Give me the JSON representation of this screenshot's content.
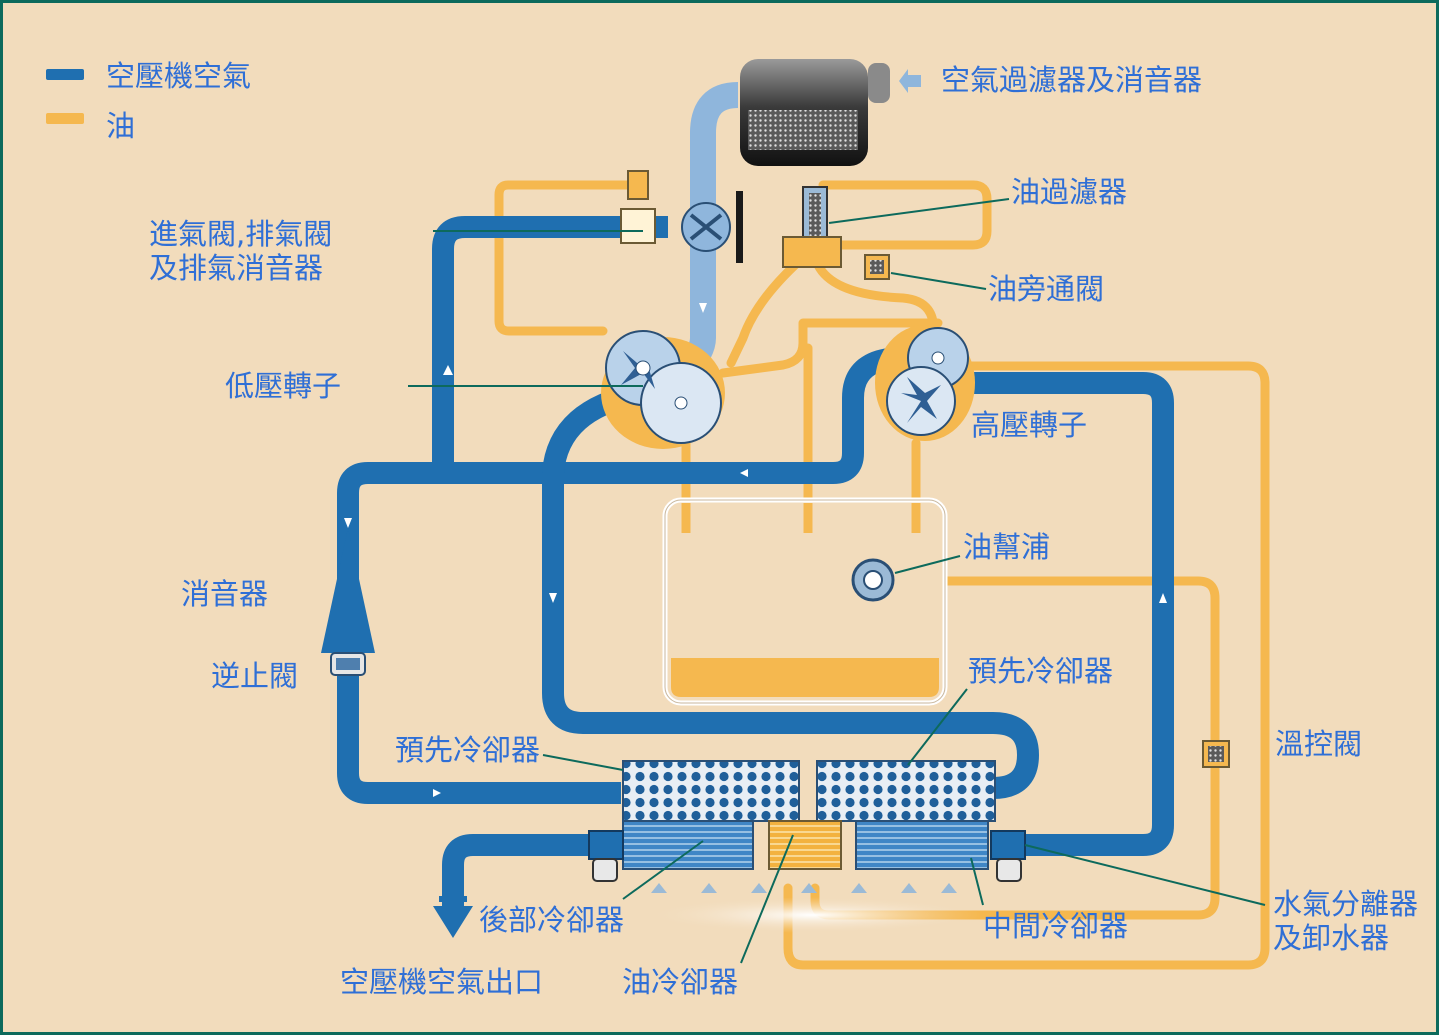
{
  "legend": {
    "air_label": "空壓機空氣",
    "oil_label": "油",
    "air_color": "#1f6fb0",
    "oil_color": "#f5b84f"
  },
  "colors": {
    "background": "#f2dcbc",
    "border": "#0d6a5c",
    "label_text": "#2f6fd6",
    "leader_line": "#0d6a5c",
    "air_pipe": "#1f6fb0",
    "air_pipe_light": "#8fb6dc",
    "oil_pipe": "#f5b84f"
  },
  "labels": {
    "air_filter_silencer": "空氣過濾器及消音器",
    "oil_filter": "油過濾器",
    "oil_bypass_valve": "油旁通閥",
    "intake_exhaust_valve": "進氣閥,排氣閥\n及排氣消音器",
    "low_pressure_rotor": "低壓轉子",
    "high_pressure_rotor": "高壓轉子",
    "oil_pump": "油幫浦",
    "silencer": "消音器",
    "check_valve": "逆止閥",
    "precooler_right": "預先冷卻器",
    "precooler_left": "預先冷卻器",
    "thermostatic_valve": "溫控閥",
    "water_separator_drain": "水氣分離器\n及卸水器",
    "aftercooler": "後部冷卻器",
    "intercooler": "中間冷卻器",
    "compressed_air_outlet": "空壓機空氣出口",
    "oil_cooler": "油冷卻器"
  },
  "icons": {
    "air_filter": "cylinder-filter-icon",
    "rotor": "rotor-icon",
    "pump": "pump-icon",
    "valve": "valve-icon",
    "fan": "fan-icon",
    "flow_arrow": "arrow-icon"
  }
}
